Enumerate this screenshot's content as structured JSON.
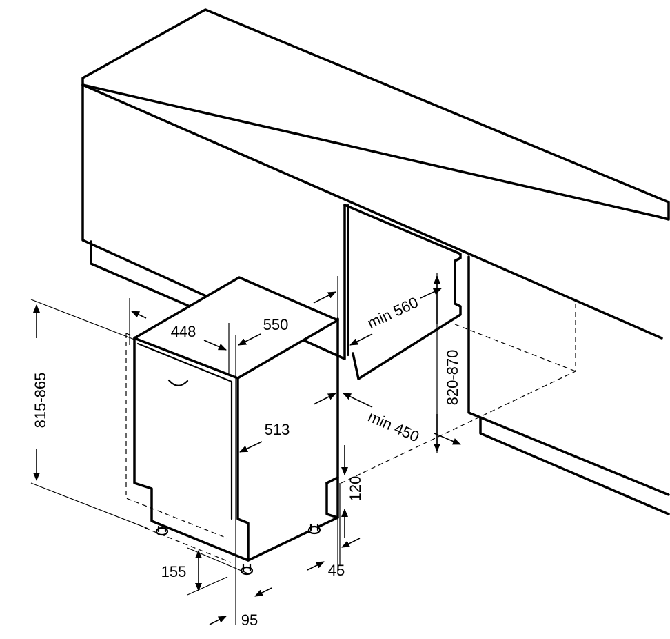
{
  "dimensions": {
    "height_range": "815-865",
    "width": "448",
    "depth": "550",
    "niche_width": "min 560",
    "niche_height": "820-870",
    "niche_depth": "min 450",
    "door_depth": "513",
    "plinth_height": "120",
    "foot_height": "155",
    "plinth_recess": "45",
    "foot_offset": "95"
  },
  "colors": {
    "line": "#000000",
    "background": "#ffffff"
  }
}
